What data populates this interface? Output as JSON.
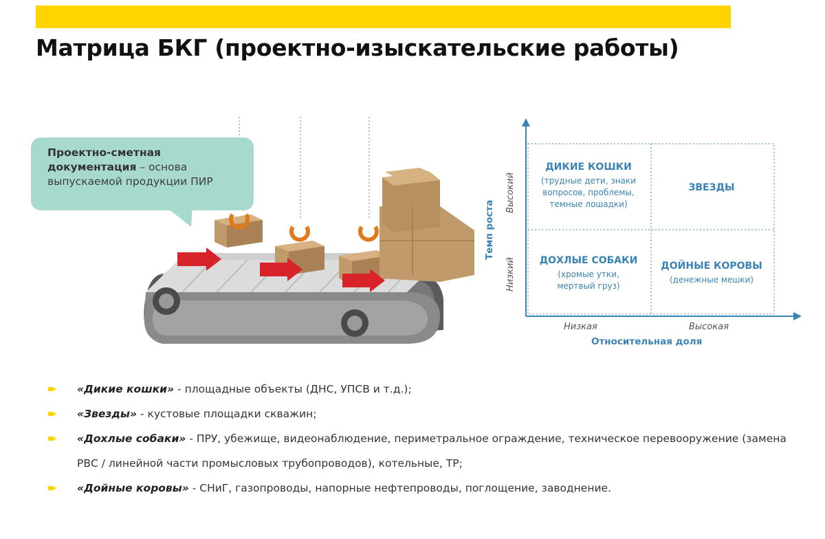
{
  "title": "Матрица БКГ (проектно-изыскательские работы)",
  "callout": {
    "bold": "Проектно-сметная документация",
    "rest": " – основа выпускаемой продукции ПИР"
  },
  "matrix": {
    "y_axis_title": "Темп роста",
    "y_high": "Высокий",
    "y_low": "Низкий",
    "x_axis_title": "Относительная доля",
    "x_low": "Низкая",
    "x_high": "Высокая",
    "quadrants": {
      "wildcats": {
        "title": "ДИКИЕ КОШКИ",
        "sub1": "(трудные дети, знаки",
        "sub2": "вопросов, проблемы,",
        "sub3": "темные лошадки)"
      },
      "stars": {
        "title": "ЗВЕЗДЫ"
      },
      "dogs": {
        "title": "ДОХЛЫЕ СОБАКИ",
        "sub1": "(хромые утки,",
        "sub2": "мертвый груз)"
      },
      "cows": {
        "title": "ДОЙНЫЕ КОРОВЫ",
        "sub1": "(денежные мешки)"
      }
    }
  },
  "bullets": [
    {
      "term": "«Дикие кошки»",
      "text": " - площадные объекты (ДНС, УПСВ и т.д.);"
    },
    {
      "term": "«Звезды»",
      "text": " - кустовые площадки скважин;"
    },
    {
      "term": "«Дохлые собаки»",
      "text": " - ПРУ, убежище, видеонаблюдение, периметральное ограждение, техническое перевооружение (замена РВС / линейной части промысловых трубопроводов), котельные, ТР;"
    },
    {
      "term": "«Дойные коровы»",
      "text": " - СНиГ, газопроводы, напорные нефтепроводы, поглощение, заводнение."
    }
  ],
  "colors": {
    "accent_yellow": "#ffd500",
    "matrix_blue": "#3a83b5",
    "callout_green": "#a8d9cf",
    "arrow_red": "#d8232a",
    "box_brown": "#c19a6b"
  }
}
